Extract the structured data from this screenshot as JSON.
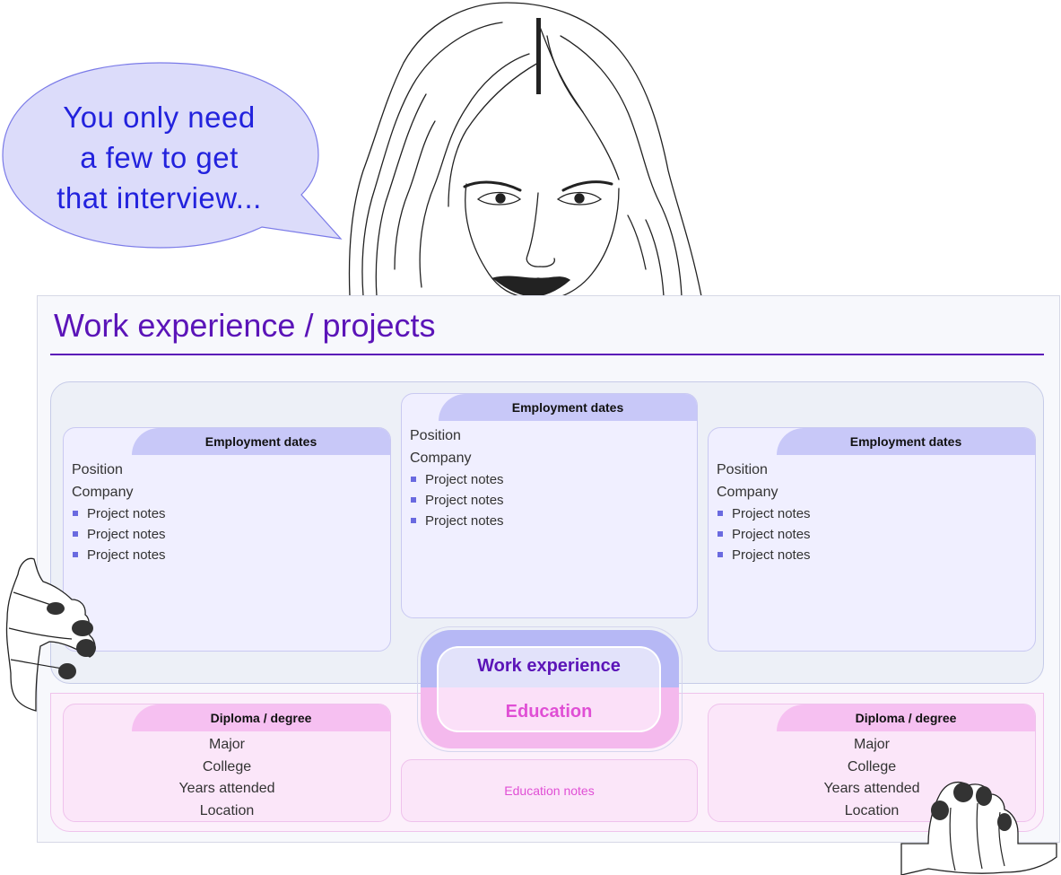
{
  "speech_bubble": {
    "lines": [
      "You only need",
      "a few to get",
      "that interview..."
    ]
  },
  "board": {
    "title": "Work experience / projects"
  },
  "jobs": [
    {
      "header": "Employment dates",
      "position": "Position",
      "company": "Company",
      "notes": [
        "Project notes",
        "Project notes",
        "Project notes"
      ]
    },
    {
      "header": "Employment dates",
      "position": "Position",
      "company": "Company",
      "notes": [
        "Project notes",
        "Project notes",
        "Project notes"
      ]
    },
    {
      "header": "Employment dates",
      "position": "Position",
      "company": "Company",
      "notes": [
        "Project notes",
        "Project notes",
        "Project notes"
      ]
    }
  ],
  "center_badge": {
    "work": "Work experience",
    "education": "Education"
  },
  "education": [
    {
      "header": "Diploma / degree",
      "lines": [
        "Major",
        "College",
        "Years attended",
        "Location"
      ]
    },
    {
      "header": "Diploma / degree",
      "lines": [
        "Major",
        "College",
        "Years attended",
        "Location"
      ]
    }
  ],
  "education_notes": "Education notes",
  "colors": {
    "title": "#5b14b8",
    "work_accent": "#c8c8f8",
    "education_accent": "#f6c0f1",
    "bubble_text": "#2222dd"
  }
}
